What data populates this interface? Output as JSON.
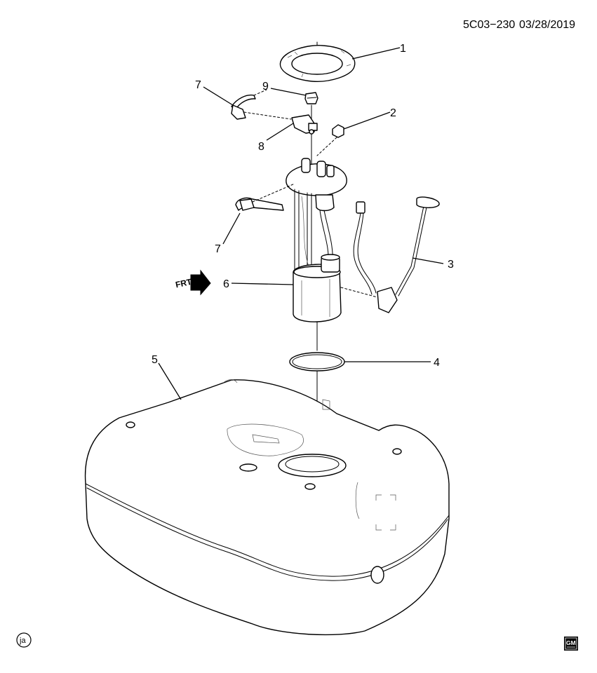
{
  "header": {
    "diagram_code": "5C03−230",
    "date": "03/28/2019"
  },
  "callouts": [
    {
      "id": "c1",
      "label": "1"
    },
    {
      "id": "c2",
      "label": "2"
    },
    {
      "id": "c3",
      "label": "3"
    },
    {
      "id": "c4",
      "label": "4"
    },
    {
      "id": "c5",
      "label": "5"
    },
    {
      "id": "c6",
      "label": "6"
    },
    {
      "id": "c7a",
      "label": "7"
    },
    {
      "id": "c7b",
      "label": "7"
    },
    {
      "id": "c8",
      "label": "8"
    },
    {
      "id": "c9",
      "label": "9"
    }
  ],
  "front_indicator": {
    "label": "FRT"
  },
  "footer": {
    "ja_mark": "ja",
    "brand": "GM"
  },
  "icons": [
    "front-arrow-icon",
    "gm-logo-icon",
    "ja-circle-icon"
  ]
}
